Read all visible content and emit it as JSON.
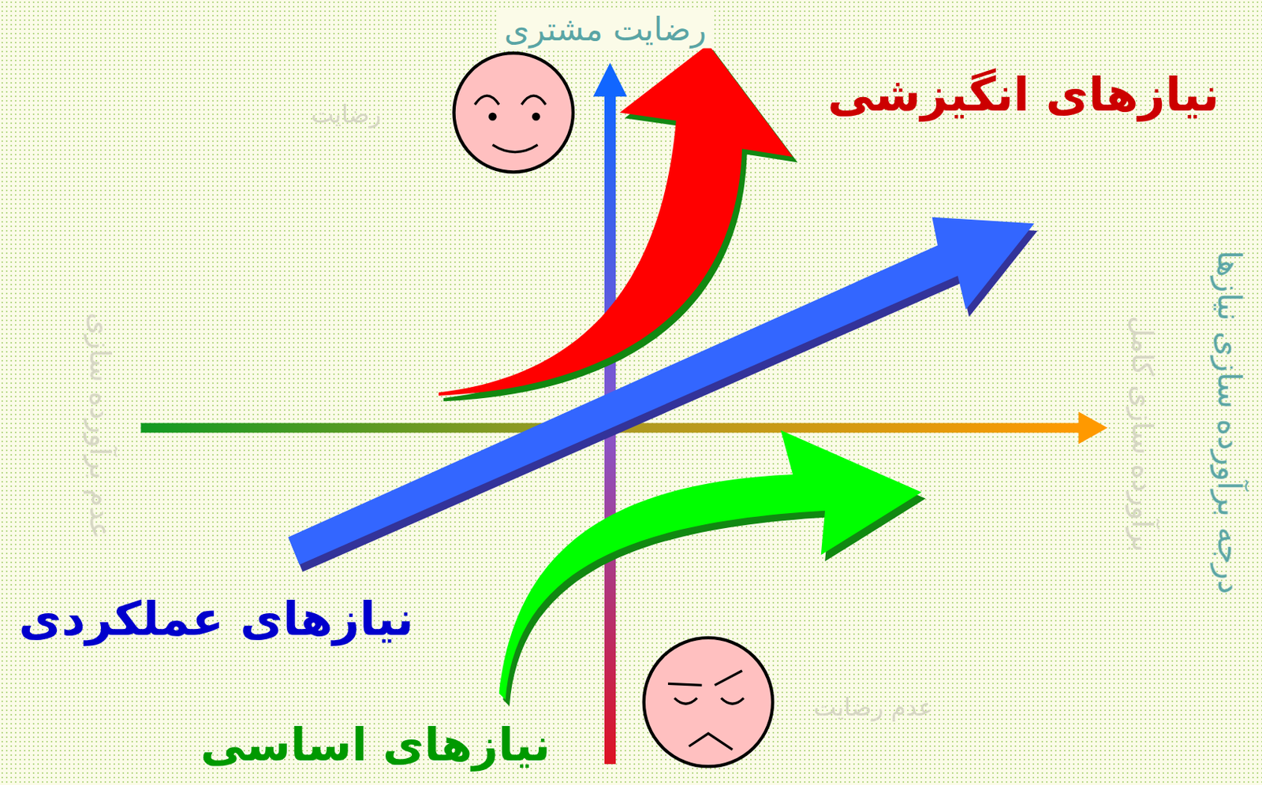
{
  "diagram": {
    "labels": [
      "رضایت مشتری",
      "نیازهای انگیزشی",
      "نیازهای عملکردی",
      "نیازهای اساسی",
      "درجه برآورده سازی نیازها",
      "رضایت",
      "عدم رضایت",
      "عدم برآورده سازی",
      "برآورده سازی کامل"
    ]
  }
}
